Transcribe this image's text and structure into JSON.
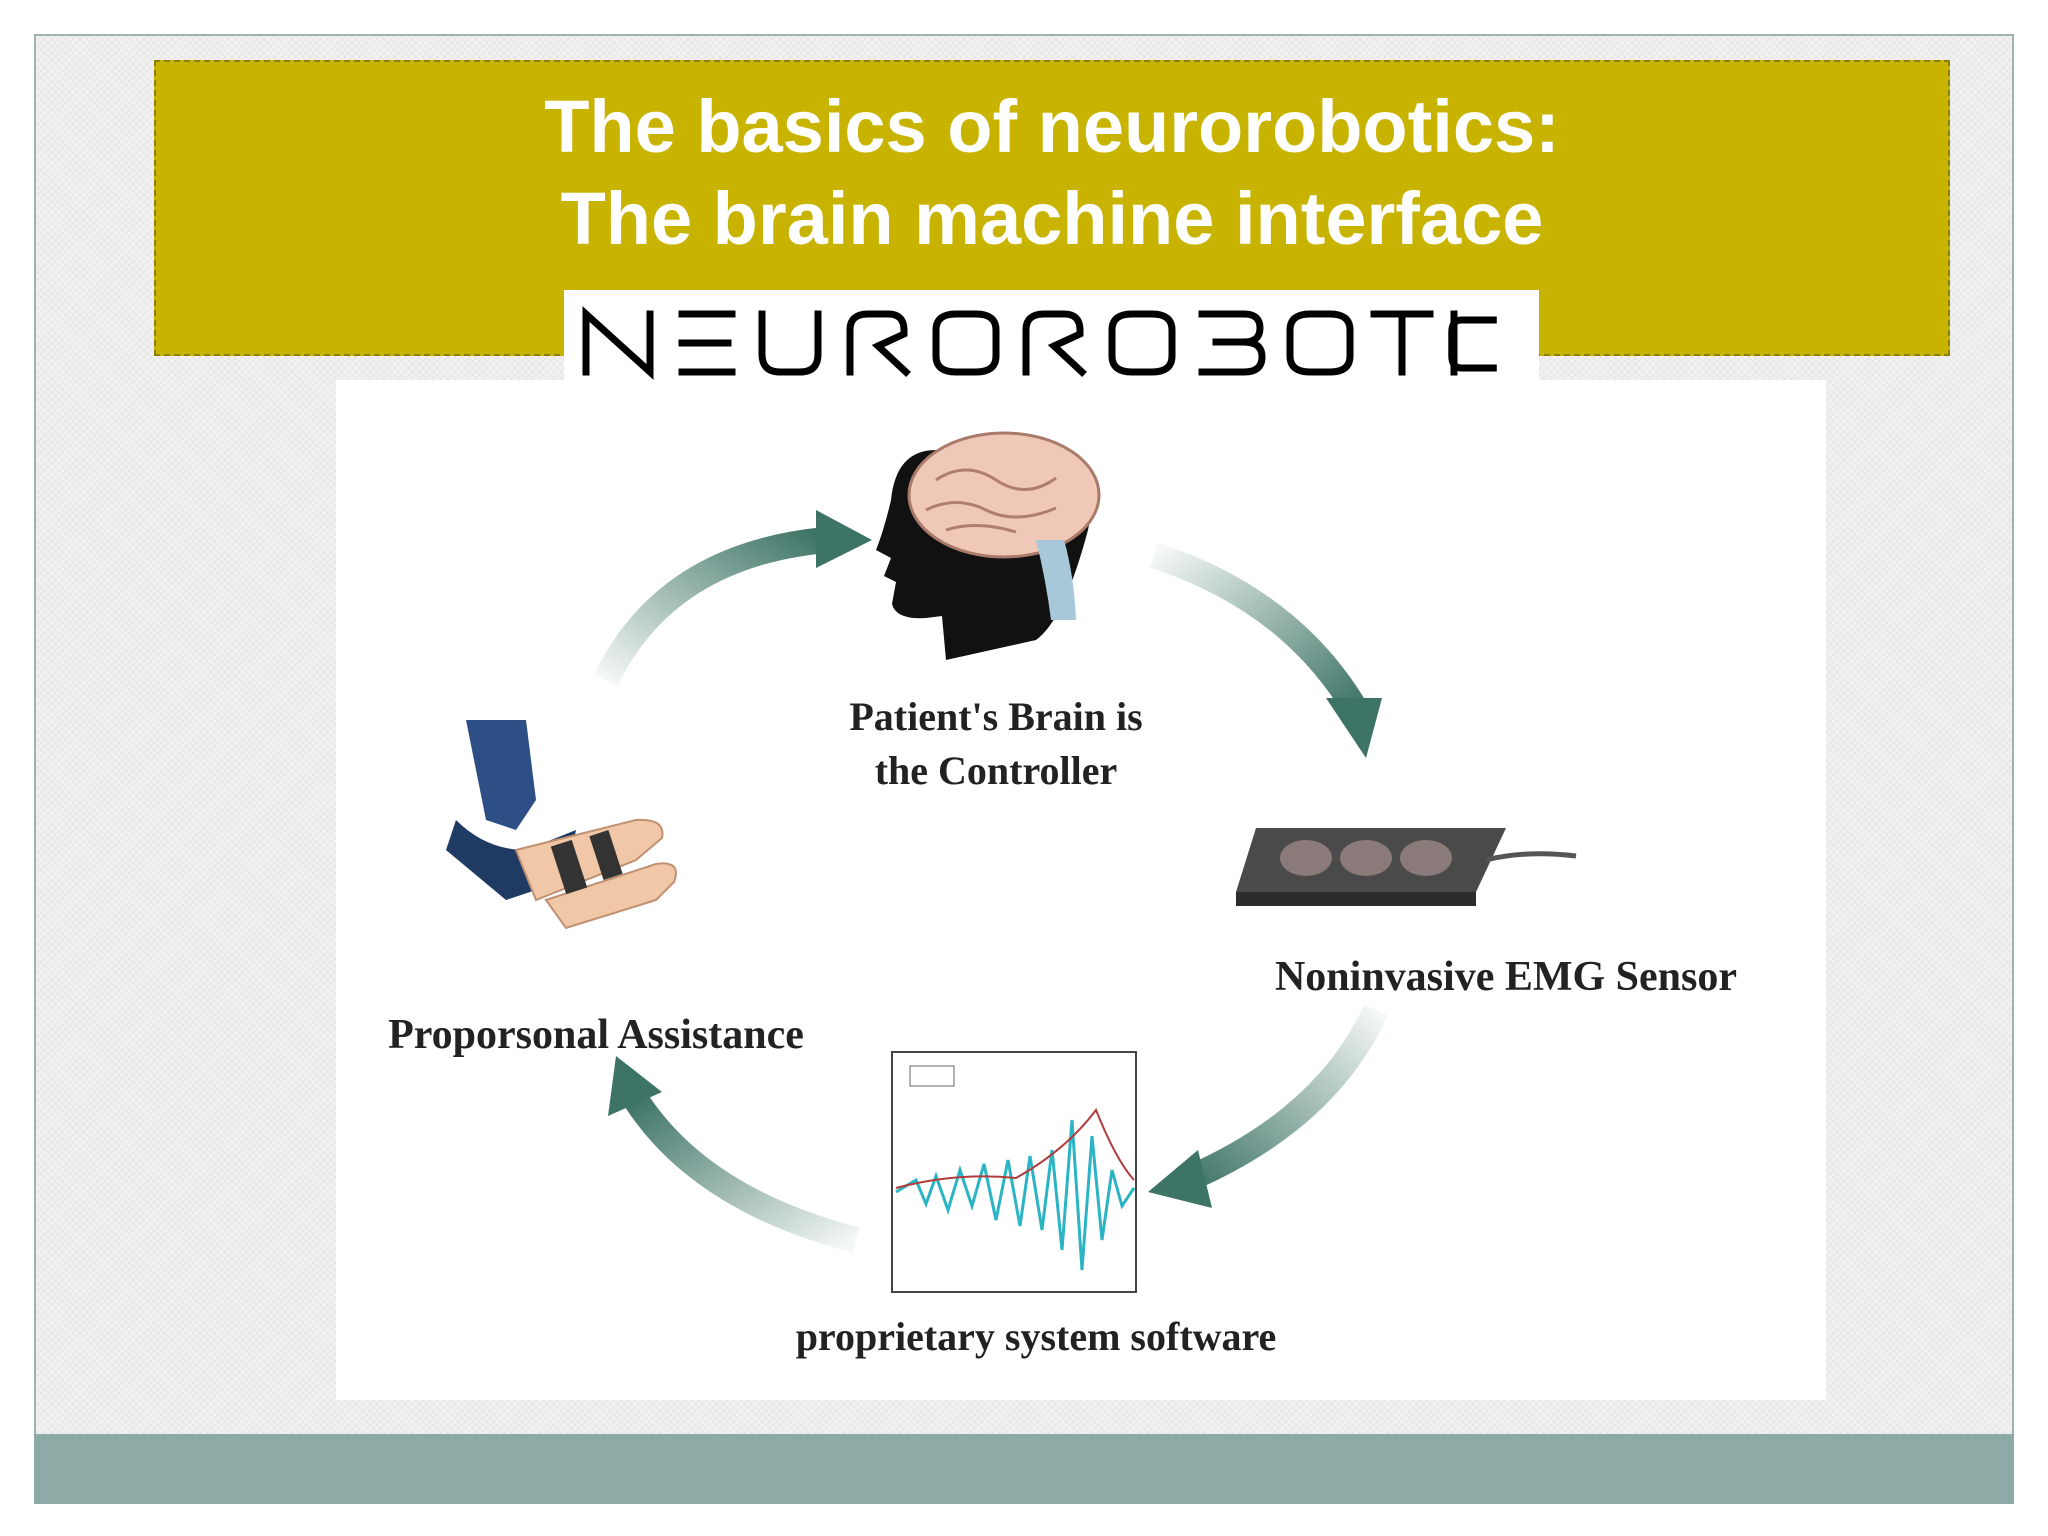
{
  "title": {
    "line1": "The basics of neurorobotics:",
    "line2": "The brain machine interface"
  },
  "logo": {
    "text": "NEUROROBOTICS"
  },
  "diagram": {
    "nodes": {
      "brain": {
        "label_line1": "Patient's Brain is",
        "label_line2": "the Controller"
      },
      "sensor": {
        "label": "Noninvasive EMG Sensor"
      },
      "software": {
        "label": "proprietary system software"
      },
      "assistance": {
        "label": "Proporsonal Assistance"
      }
    }
  },
  "colors": {
    "banner": "#c8b400",
    "arrow": "#3e7466",
    "footer": "#8eaaa6",
    "title_text": "#ffffff"
  },
  "icons": [
    "head-brain-icon",
    "emg-sensor-icon",
    "emg-signal-plot-icon",
    "arm-exoskeleton-icon"
  ]
}
